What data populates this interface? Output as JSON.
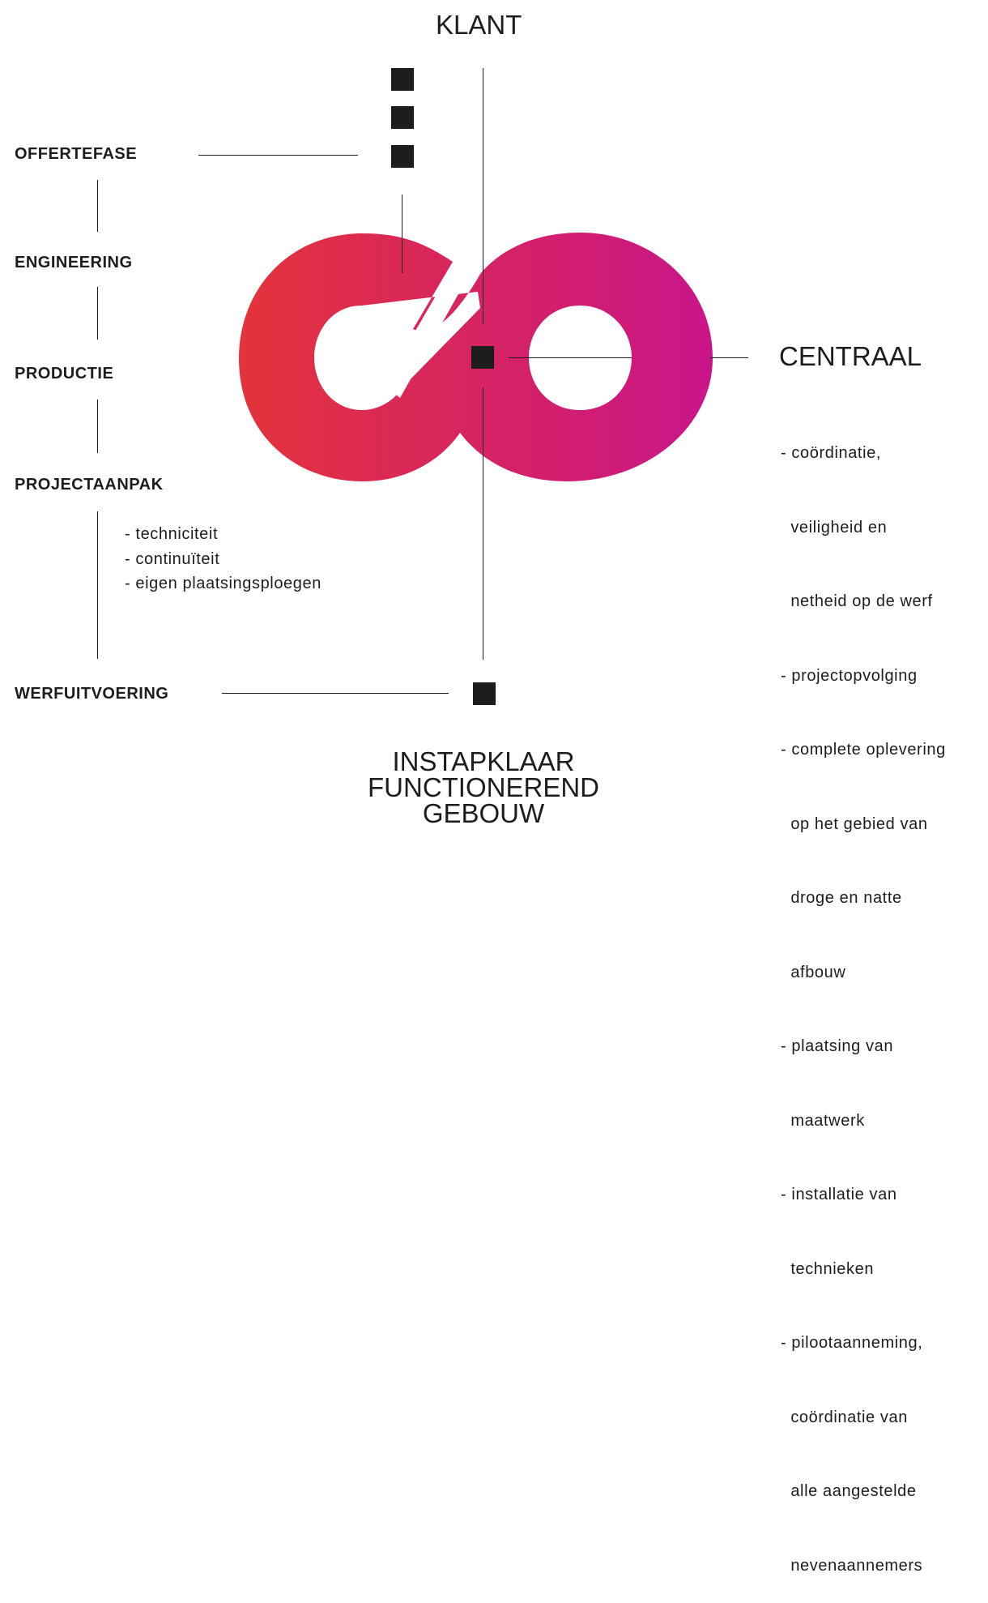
{
  "colors": {
    "gradient_start": "#e3333a",
    "gradient_end": "#c9158a",
    "ink": "#1d1d1b"
  },
  "top_label": "KLANT",
  "bottom_label": [
    "INSTAPKLAAR",
    "FUNCTIONEREND",
    "GEBOUW"
  ],
  "stages": {
    "offertefase": "OFFERTEFASE",
    "engineering": "ENGINEERING",
    "productie": "PRODUCTIE",
    "projectaanpak": "PROJECTAANPAK",
    "werfuitvoering": "WERFUITVOERING"
  },
  "projectaanpak_items": [
    "- techniciteit",
    "- continuïteit",
    "- eigen plaatsingsploegen"
  ],
  "centraal": {
    "title": "CENTRAAL",
    "lines": [
      "- coördinatie,",
      "  veiligheid en",
      "  netheid op de werf",
      "- projectopvolging",
      "- complete oplevering",
      "  op het gebied van",
      "  droge en natte",
      "  afbouw",
      "- plaatsing van",
      "  maatwerk",
      "- installatie van",
      "  technieken",
      "- pilootaanneming,",
      "  coördinatie van",
      "  alle aangestelde",
      "  nevenaannemers"
    ]
  }
}
